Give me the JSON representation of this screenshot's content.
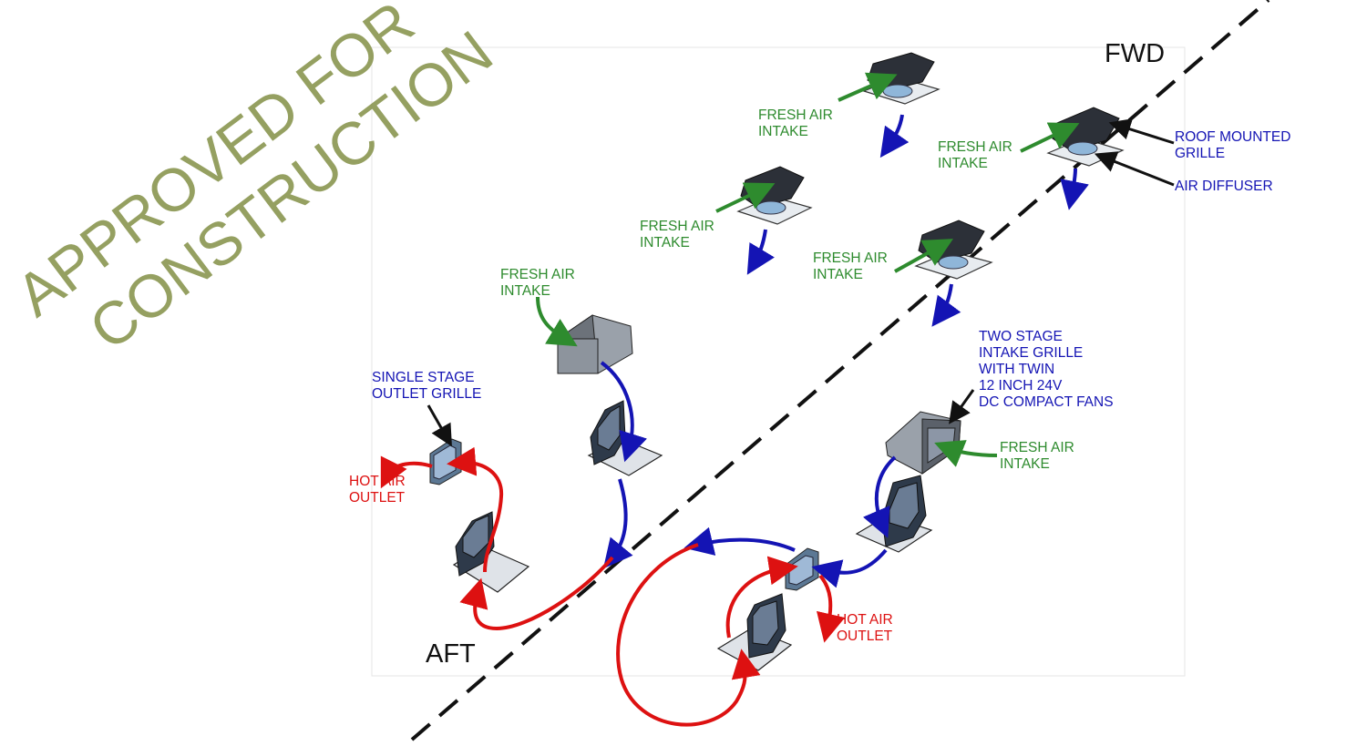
{
  "stamp": {
    "line1": "APPROVED FOR",
    "line2": "CONSTRUCTION"
  },
  "orientation": {
    "fwd": "FWD",
    "aft": "AFT"
  },
  "labels": {
    "fresh_air_1": [
      "FRESH AIR",
      "INTAKE"
    ],
    "fresh_air_2": [
      "FRESH AIR",
      "INTAKE"
    ],
    "fresh_air_3": [
      "FRESH AIR",
      "INTAKE"
    ],
    "fresh_air_4": [
      "FRESH AIR",
      "INTAKE"
    ],
    "fresh_air_5": [
      "FRESH AIR",
      "INTAKE"
    ],
    "fresh_air_6": [
      "FRESH AIR",
      "INTAKE"
    ],
    "roof_grille": [
      "ROOF MOUNTED",
      "GRILLE"
    ],
    "air_diffuser": "AIR DIFFUSER",
    "single_stage": [
      "SINGLE STAGE",
      "OUTLET GRILLE"
    ],
    "two_stage": [
      "TWO STAGE",
      "INTAKE GRILLE",
      "WITH TWIN",
      "12 INCH 24V",
      "DC COMPACT FANS"
    ],
    "hot_air_left": [
      "HOT AIR",
      "OUTLET"
    ],
    "hot_air_right": [
      "HOT AIR",
      "OUTLET"
    ]
  },
  "colors": {
    "fresh_air": "#2e8b2e",
    "exhaust_flow": "#1414b4",
    "hot_air": "#dd1111",
    "stamp": "#8a9650",
    "equipment": "#3a3f4a"
  }
}
